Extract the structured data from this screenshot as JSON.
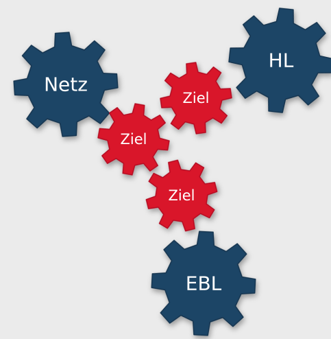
{
  "colors": {
    "background": "#ebebeb",
    "dark_gear": "#1e4466",
    "dark_gear_edge": "#173650",
    "red_gear": "#d9132b",
    "red_gear_edge": "#b30e22",
    "label": "#ffffff"
  },
  "gears": [
    {
      "id": "netz",
      "label": "Netz",
      "type": "large",
      "color": "dark"
    },
    {
      "id": "hl",
      "label": "HL",
      "type": "large",
      "color": "dark"
    },
    {
      "id": "ziel-1",
      "label": "Ziel",
      "type": "small",
      "color": "red"
    },
    {
      "id": "ziel-2",
      "label": "Ziel",
      "type": "small",
      "color": "red"
    },
    {
      "id": "ziel-3",
      "label": "Ziel",
      "type": "small",
      "color": "red"
    },
    {
      "id": "ebl",
      "label": "EBL",
      "type": "large",
      "color": "dark"
    }
  ]
}
